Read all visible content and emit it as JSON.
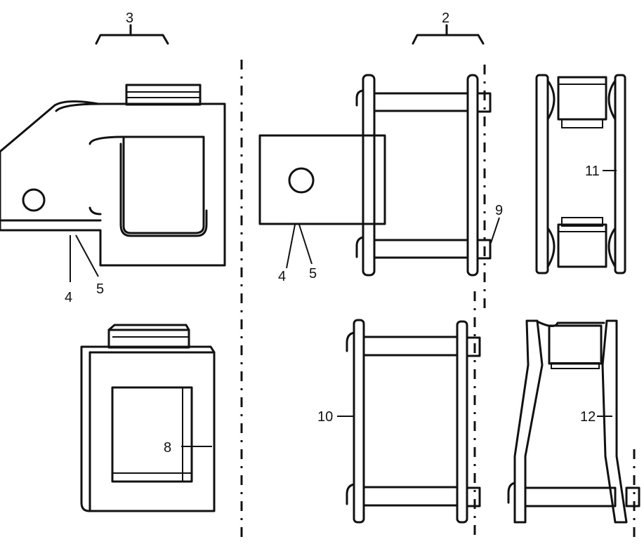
{
  "labels": {
    "group3": "3",
    "group2": "2",
    "lbl4a": "4",
    "lbl5a": "5",
    "lbl4b": "4",
    "lbl5b": "5",
    "lbl8": "8",
    "lbl9": "9",
    "lbl10": "10",
    "lbl11": "11",
    "lbl12": "12"
  }
}
